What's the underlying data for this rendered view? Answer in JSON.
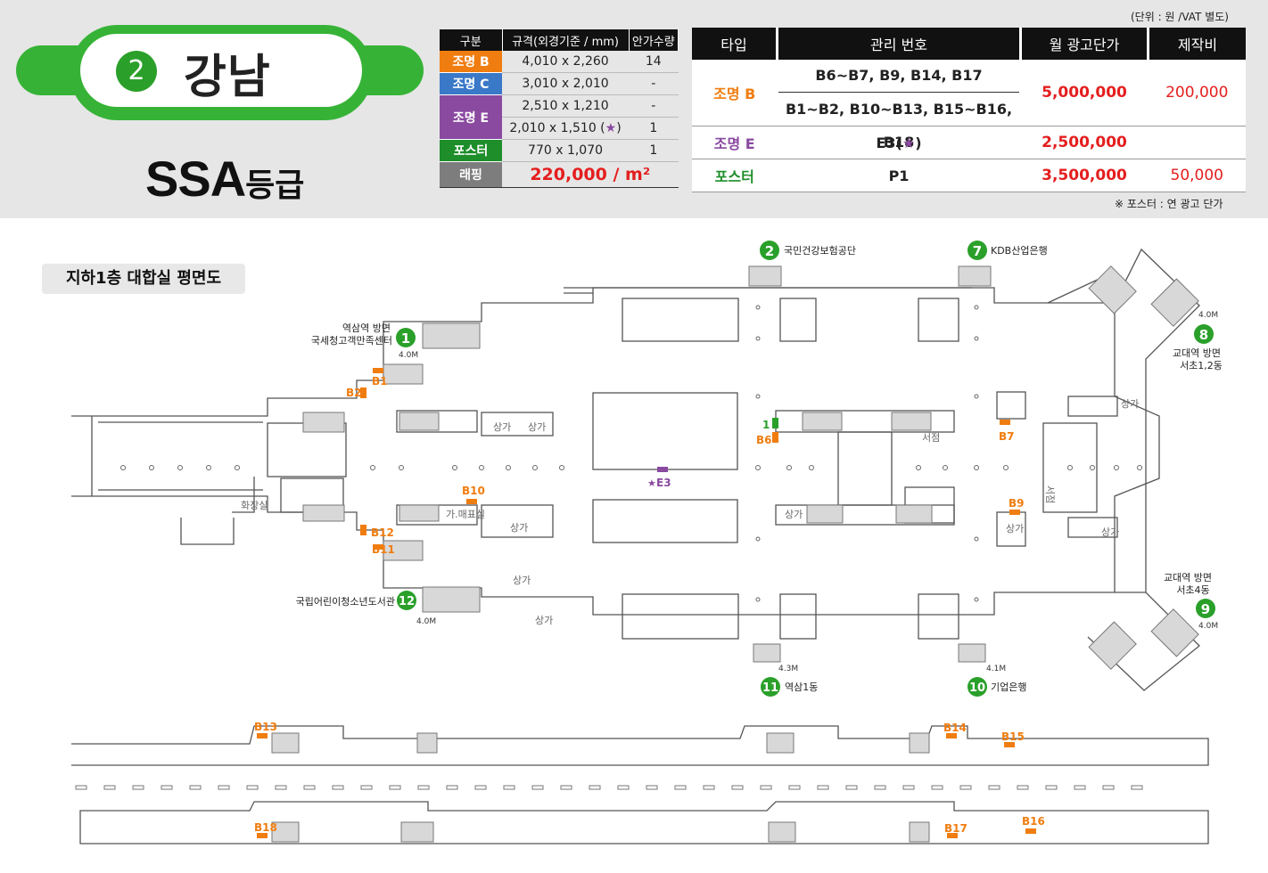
{
  "station": {
    "number": "2",
    "name": "강남",
    "grade_main": "SSA",
    "grade_suffix": "등급"
  },
  "spec_table": {
    "headers": [
      "구분",
      "규격(외경기준 / mm)",
      "안가수량"
    ],
    "rows": [
      {
        "label": "조명 B",
        "size": "4,010 x 2,260",
        "qty": "14"
      },
      {
        "label": "조명 C",
        "size": "3,010 x 2,010",
        "qty": "-"
      },
      {
        "label": "조명 E",
        "size": "2,510 x 1,210",
        "qty": "-"
      },
      {
        "label": "",
        "size": "2,010 x 1,510 (",
        "size_star": "★",
        "size_end": ")",
        "qty": "1"
      },
      {
        "label": "포스터",
        "size": "770 x 1,070",
        "qty": "1"
      }
    ],
    "wrapping": {
      "label": "래핑",
      "price": "220,000 / m²"
    }
  },
  "unit_note": "(단위 : 원 /VAT 별도)",
  "price_table": {
    "headers": [
      "타입",
      "관리 번호",
      "월 광고단가",
      "제작비"
    ],
    "rows": [
      {
        "type": "조명 B",
        "numbers": [
          "B6~B7, B9, B14, B17",
          "B1~B2, B10~B13, B15~B16, B18"
        ],
        "price": "5,000,000",
        "cost": "200,000"
      },
      {
        "type": "조명 E",
        "numbers": [
          "E3("
        ],
        "star": "★",
        "numbers_end": ")",
        "price": "2,500,000",
        "cost": ""
      },
      {
        "type": "포스터",
        "numbers": [
          "P1"
        ],
        "price": "3,500,000",
        "cost": "50,000"
      }
    ]
  },
  "footnote": "※ 포스터 : 연 광고 단가",
  "floor_plan": {
    "title": "지하1층 대합실 평면도",
    "exits": [
      {
        "num": "1",
        "label_lines": [
          "역삼역 방면",
          "국세청고객만족센터"
        ],
        "width": "4.0M"
      },
      {
        "num": "2",
        "label_lines": [
          "국민건강보험공단"
        ],
        "width": ""
      },
      {
        "num": "7",
        "label_lines": [
          "KDB산업은행"
        ],
        "width": ""
      },
      {
        "num": "8",
        "label_lines": [
          "교대역 방면",
          "서초1,2동"
        ],
        "width": "4.0M"
      },
      {
        "num": "9",
        "label_lines": [
          "교대역 방면",
          "서초4동"
        ],
        "width": "4.0M"
      },
      {
        "num": "10",
        "label_lines": [
          "기업은행"
        ],
        "width": "4.1M"
      },
      {
        "num": "11",
        "label_lines": [
          "역삼1동"
        ],
        "width": "4.3M"
      },
      {
        "num": "12",
        "label_lines": [
          "국립어린이청소년도서관"
        ],
        "width": "4.0M"
      }
    ],
    "ad_labels": [
      "B1",
      "B2",
      "B6",
      "B7",
      "B9",
      "B10",
      "B11",
      "B12",
      "B13",
      "B14",
      "B15",
      "B16",
      "B17",
      "B18",
      "E3"
    ],
    "poster_label": "1",
    "star": "★",
    "rooms": [
      "상가",
      "상가",
      "상가",
      "상가",
      "상가",
      "상가",
      "상가",
      "상가",
      "상가",
      "서점",
      "화장실",
      "가.매표실",
      "서점"
    ],
    "colors": {
      "orange": "#f07d10",
      "purple": "#8a4aa0",
      "green": "#2aa02a",
      "red": "#e41e1e"
    }
  }
}
